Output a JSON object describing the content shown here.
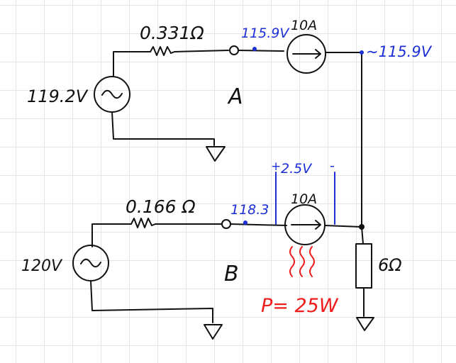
{
  "colors": {
    "ink": "#111111",
    "annotation_blue": "#1c2fd6",
    "annotation_red": "#ee1c1c",
    "grid": "#e4e4e4"
  },
  "circuit_a": {
    "label": "A",
    "source_voltage": "119.2V",
    "resistance": "0.331Ω",
    "node_voltage": "115.9V",
    "current": "10A",
    "output_voltage": "~115.9V"
  },
  "circuit_b": {
    "label": "B",
    "source_voltage": "120V",
    "resistance": "0.166 Ω",
    "node_voltage": "118.3",
    "current": "10A",
    "drop_plus": "+",
    "drop_voltage": "2.5V",
    "drop_minus": "-",
    "power": "P= 25W"
  },
  "load": {
    "resistance": "6Ω"
  },
  "icons": [
    "ac-source-icon",
    "resistor-icon",
    "ammeter-icon",
    "ground-icon",
    "heat-waves-icon"
  ]
}
